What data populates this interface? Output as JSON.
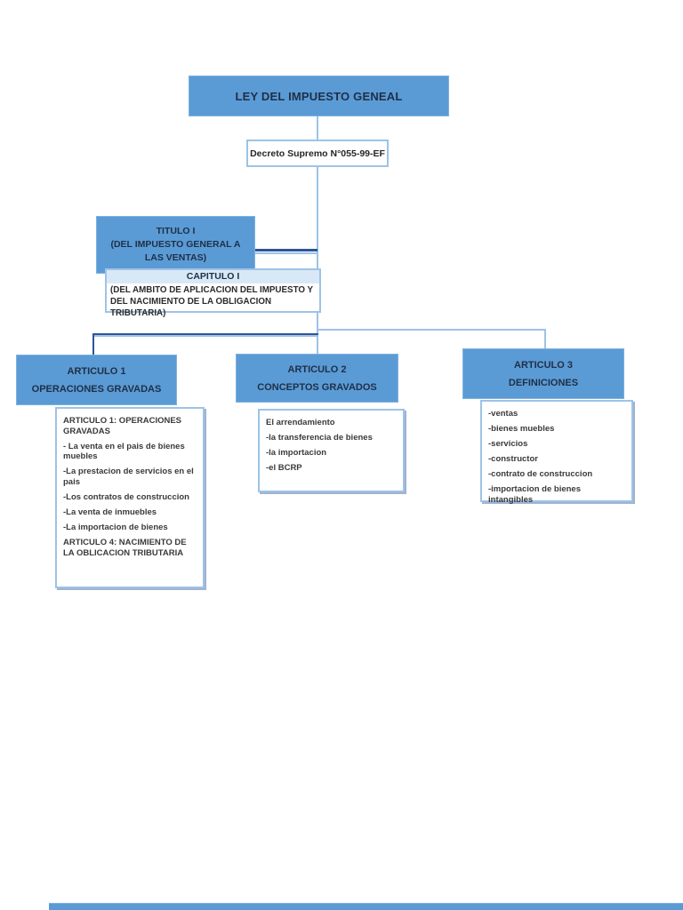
{
  "palette": {
    "node_fill": "#5b9bd5",
    "border_light": "#9dc3e6",
    "border_dark": "#2e5597",
    "header_strip": "#d9e8f6",
    "title_text": "#1e2f47",
    "body_text": "#3a3a3a"
  },
  "root": {
    "title": "LEY DEL IMPUESTO GENEAL"
  },
  "decree": {
    "label": "Decreto Supremo N°055-99-EF"
  },
  "titulo1": {
    "title": "TITULO I",
    "subtitle": "(DEL IMPUESTO GENERAL A LAS VENTAS)"
  },
  "capitulo1": {
    "title": "CAPITULO I",
    "body": "(DEL AMBITO DE APLICACION DEL IMPUESTO Y DEL NACIMIENTO DE LA OBLIGACION TRIBUTARIA)"
  },
  "articulo1": {
    "title": "ARTICULO 1",
    "subtitle": "OPERACIONES GRAVADAS",
    "items": [
      "ARTICULO 1: OPERACIONES GRAVADAS",
      "- La venta en el pais de bienes muebles",
      "-La prestacion de servicios en el pais",
      "-Los contratos de construccion",
      "-La venta de inmuebles",
      "-La importacion de bienes",
      "ARTICULO 4: NACIMIENTO DE LA OBLICACION TRIBUTARIA"
    ]
  },
  "articulo2": {
    "title": "ARTICULO 2",
    "subtitle": "CONCEPTOS GRAVADOS",
    "items": [
      "El arrendamiento",
      "-la transferencia de bienes",
      "-la importacion",
      "-el BCRP"
    ]
  },
  "articulo3": {
    "title": "ARTICULO 3",
    "subtitle": "DEFINICIONES",
    "items": [
      "-ventas",
      "-bienes muebles",
      "-servicios",
      "-constructor",
      "-contrato de construccion",
      "-importacion de bienes intangibles"
    ]
  }
}
